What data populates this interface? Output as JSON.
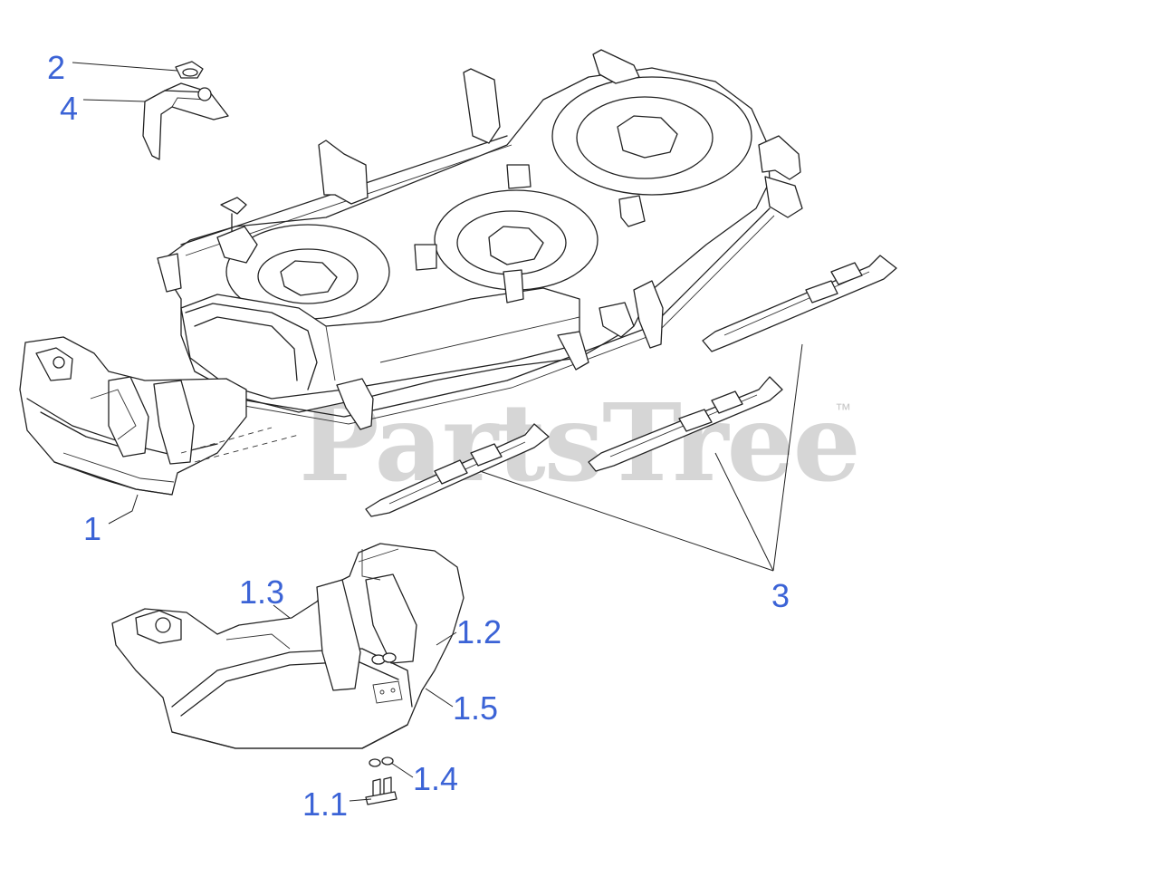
{
  "watermark": {
    "text": "PartsTree",
    "trademark": "™"
  },
  "colors": {
    "label": "#3b63d6",
    "ink": "#222222",
    "watermark": "#cfcfcf"
  },
  "labels": {
    "l1": "1",
    "l2": "2",
    "l3": "3",
    "l4": "4",
    "l1_1": "1.1",
    "l1_2": "1.2",
    "l1_3": "1.3",
    "l1_4": "1.4",
    "l1_5": "1.5"
  }
}
